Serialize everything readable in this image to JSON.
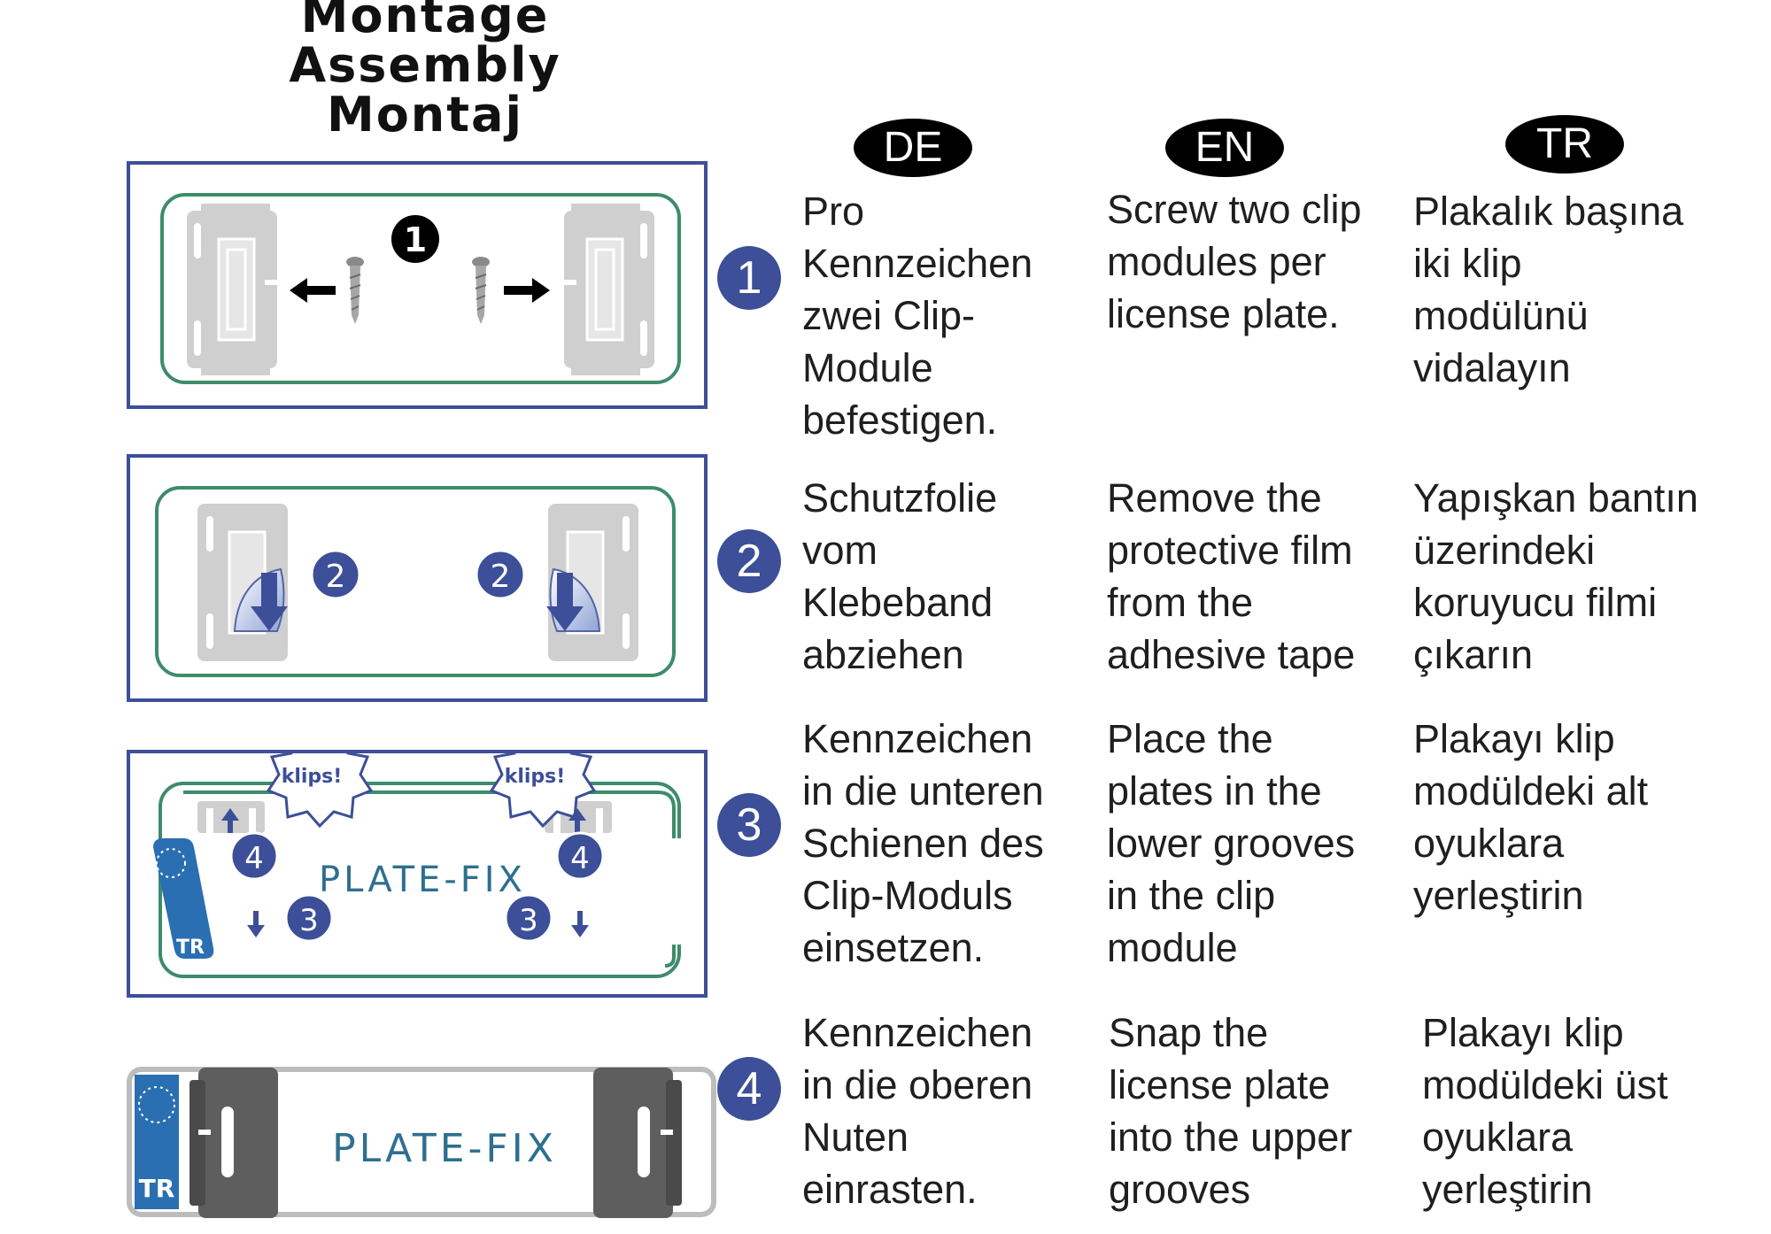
{
  "title": {
    "line1": "Montage",
    "line2": "Assembly",
    "line3": "Montaj"
  },
  "languages": {
    "de": "DE",
    "en": "EN",
    "tr": "TR"
  },
  "colors": {
    "panel_border": "#3c4f98",
    "plate_outline": "#3d8c6b",
    "step_circle": "#3c4f98",
    "clip_gray": "#c8c8c8",
    "clip_dark": "#5e5e5e"
  },
  "steps": [
    {
      "number": "1",
      "de": [
        "Pro",
        "Kennzeichen",
        "zwei Clip-",
        "Module",
        "befestigen."
      ],
      "en": [
        "Screw two clip",
        "modules per",
        "license plate."
      ],
      "tr": [
        "Plakalık başına",
        "iki klip",
        "modülünü",
        "vidalayın"
      ],
      "diagram": {
        "marker": "1",
        "icons": [
          "clip-module-icon",
          "screw-icon",
          "arrow-left-icon",
          "arrow-right-icon"
        ]
      }
    },
    {
      "number": "2",
      "de": [
        "Schutzfolie",
        "vom",
        "Klebeband",
        "abziehen"
      ],
      "en": [
        "Remove the",
        "protective film",
        "from the",
        "adhesive tape"
      ],
      "tr": [
        "Yapışkan bantın",
        "üzerindeki",
        "koruyucu filmi",
        "çıkarın"
      ],
      "diagram": {
        "marker": "2",
        "icons": [
          "clip-module-icon",
          "peel-arrow-icon"
        ]
      }
    },
    {
      "number": "3",
      "de": [
        "Kennzeichen",
        "in die unteren",
        "Schienen des",
        "Clip-Moduls",
        "einsetzen."
      ],
      "en": [
        "Place the",
        "plates in the",
        "lower grooves",
        "in the clip",
        "module"
      ],
      "tr": [
        "Plakayı klip",
        "modüldeki alt",
        "oyuklara",
        "yerleştirin"
      ],
      "diagram": {
        "badge": "klips!",
        "brand": "PLATE-FIX",
        "country": "TR",
        "marker_a": "3",
        "marker_b": "4"
      }
    },
    {
      "number": "4",
      "de": [
        "Kennzeichen",
        "in die oberen",
        "Nuten",
        "einrasten."
      ],
      "en": [
        "Snap the",
        "license plate",
        "into the upper",
        "grooves"
      ],
      "tr": [
        "Plakayı klip",
        "modüldeki üst",
        "oyuklara",
        "yerleştirin"
      ],
      "diagram": {
        "brand": "PLATE-FIX",
        "country": "TR"
      }
    }
  ]
}
